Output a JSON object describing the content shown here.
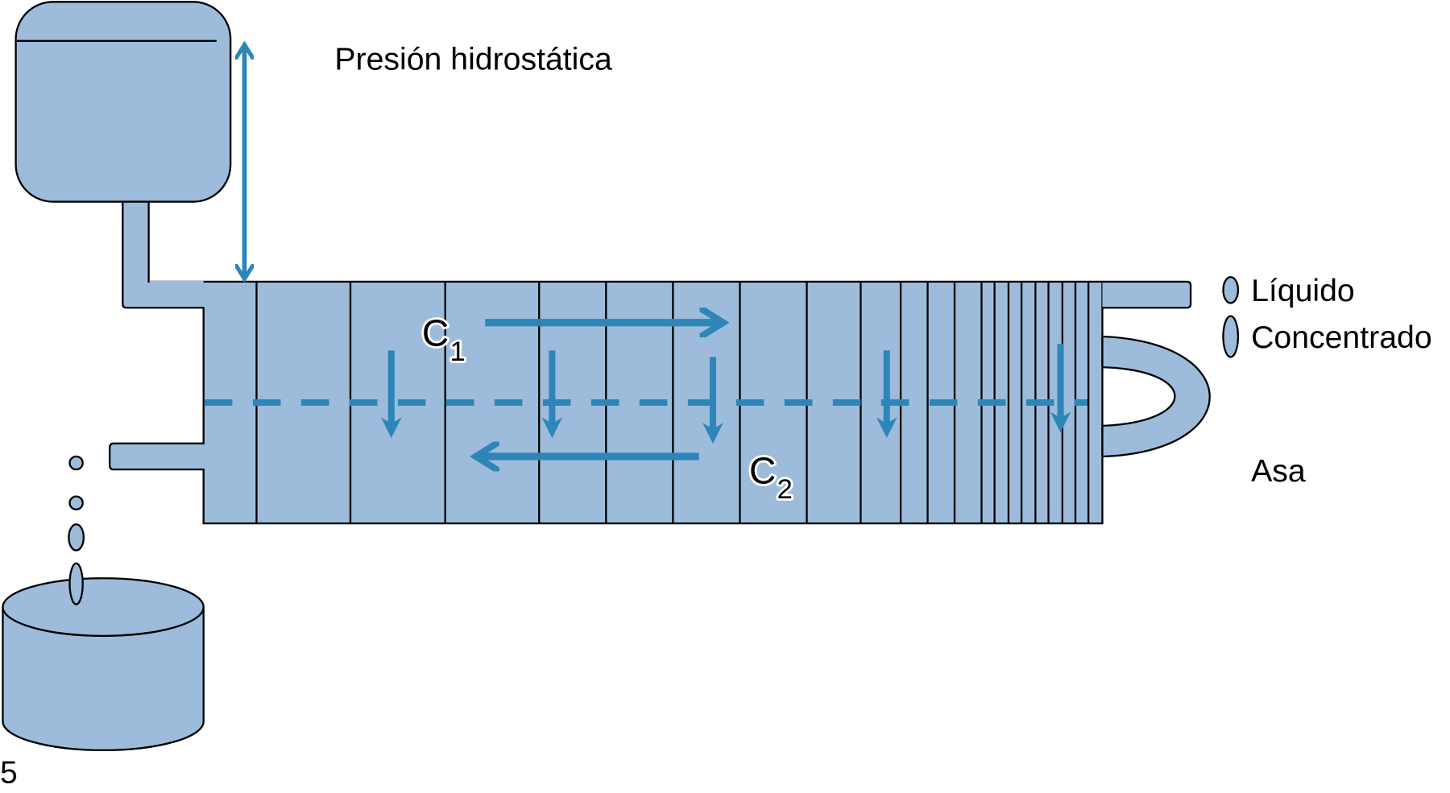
{
  "title": "Presión hidrostática",
  "labels": {
    "c1": "C",
    "c1_sub": "1",
    "c2": "C",
    "c2_sub": "2",
    "handle": "Asa",
    "figure_number": "5"
  },
  "legend": [
    {
      "label": "Líquido"
    },
    {
      "label": "Concentrado"
    }
  ],
  "colors": {
    "fill": "#9dbcdc",
    "arrow": "#2e86b8",
    "outline": "#000000"
  }
}
